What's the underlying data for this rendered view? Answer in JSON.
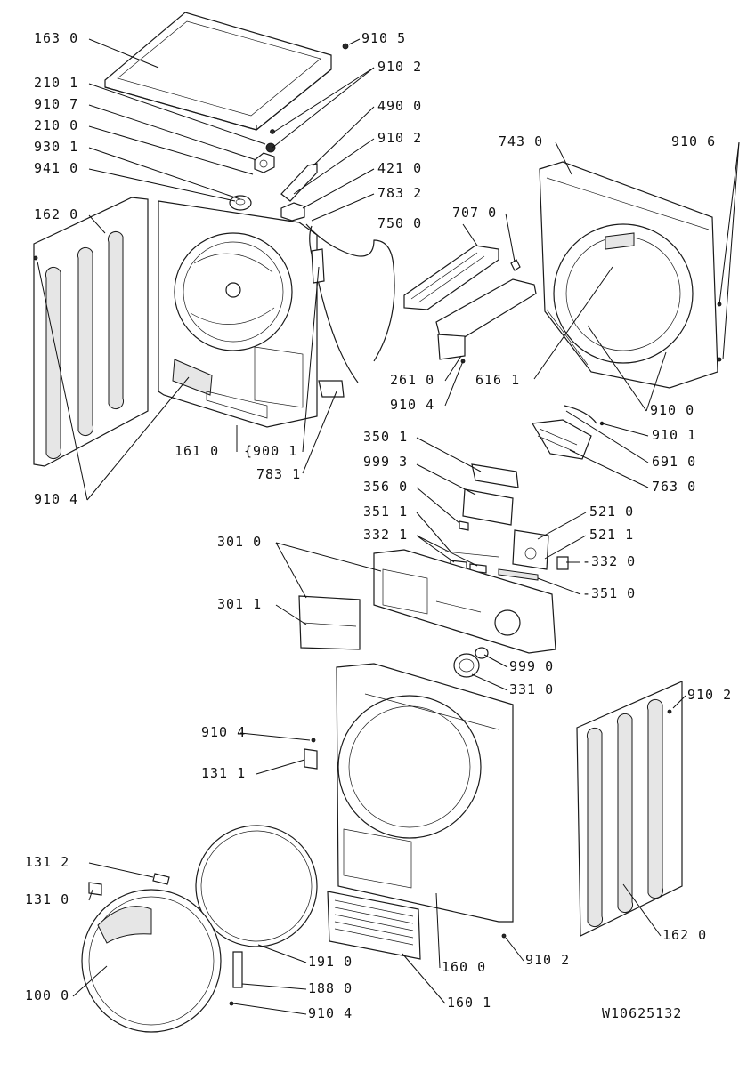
{
  "diagram": {
    "document_code": "W10625132",
    "callouts": [
      {
        "id": "163-0",
        "label": "163 0"
      },
      {
        "id": "910-5",
        "label": "910 5"
      },
      {
        "id": "210-1",
        "label": "210 1"
      },
      {
        "id": "910-2-top",
        "label": "910 2"
      },
      {
        "id": "910-7",
        "label": "910 7"
      },
      {
        "id": "490-0",
        "label": "490 0"
      },
      {
        "id": "210-0",
        "label": "210 0"
      },
      {
        "id": "910-2-b",
        "label": "910 2"
      },
      {
        "id": "930-1",
        "label": "930 1"
      },
      {
        "id": "743-0",
        "label": "743 0"
      },
      {
        "id": "910-6",
        "label": "910 6"
      },
      {
        "id": "941-0",
        "label": "941 0"
      },
      {
        "id": "421-0",
        "label": "421 0"
      },
      {
        "id": "783-2",
        "label": "783 2"
      },
      {
        "id": "162-0-left",
        "label": "162 0"
      },
      {
        "id": "707-0",
        "label": "707 0"
      },
      {
        "id": "750-0",
        "label": "750 0"
      },
      {
        "id": "261-0",
        "label": "261 0"
      },
      {
        "id": "616-1",
        "label": "616 1"
      },
      {
        "id": "910-4-mid",
        "label": "910 4"
      },
      {
        "id": "910-0",
        "label": "910 0"
      },
      {
        "id": "910-1",
        "label": "910 1"
      },
      {
        "id": "161-0",
        "label": "161 0"
      },
      {
        "id": "900-1",
        "label": "900 1"
      },
      {
        "id": "350-1",
        "label": "350 1"
      },
      {
        "id": "691-0",
        "label": "691 0"
      },
      {
        "id": "783-1",
        "label": "783 1"
      },
      {
        "id": "999-3",
        "label": "999 3"
      },
      {
        "id": "763-0",
        "label": "763 0"
      },
      {
        "id": "356-0",
        "label": "356 0"
      },
      {
        "id": "910-4-left",
        "label": "910 4"
      },
      {
        "id": "351-1",
        "label": "351 1"
      },
      {
        "id": "521-0",
        "label": "521 0"
      },
      {
        "id": "332-1",
        "label": "332 1"
      },
      {
        "id": "521-1",
        "label": "521 1"
      },
      {
        "id": "301-0",
        "label": "301 0"
      },
      {
        "id": "332-0",
        "label": "-332 0"
      },
      {
        "id": "351-0",
        "label": "-351 0"
      },
      {
        "id": "301-1",
        "label": "301 1"
      },
      {
        "id": "999-0",
        "label": "999 0"
      },
      {
        "id": "331-0",
        "label": "331 0"
      },
      {
        "id": "910-2-right",
        "label": "910 2"
      },
      {
        "id": "910-4-front",
        "label": "910 4"
      },
      {
        "id": "131-1",
        "label": "131 1"
      },
      {
        "id": "131-2",
        "label": "131 2"
      },
      {
        "id": "131-0",
        "label": "131 0"
      },
      {
        "id": "162-0-right",
        "label": "162 0"
      },
      {
        "id": "191-0",
        "label": "191 0"
      },
      {
        "id": "160-0",
        "label": "160 0"
      },
      {
        "id": "910-2-bottom",
        "label": "910 2"
      },
      {
        "id": "188-0",
        "label": "188 0"
      },
      {
        "id": "100-0",
        "label": "100 0"
      },
      {
        "id": "160-1",
        "label": "160 1"
      },
      {
        "id": "910-4-bottom",
        "label": "910 4"
      }
    ]
  }
}
